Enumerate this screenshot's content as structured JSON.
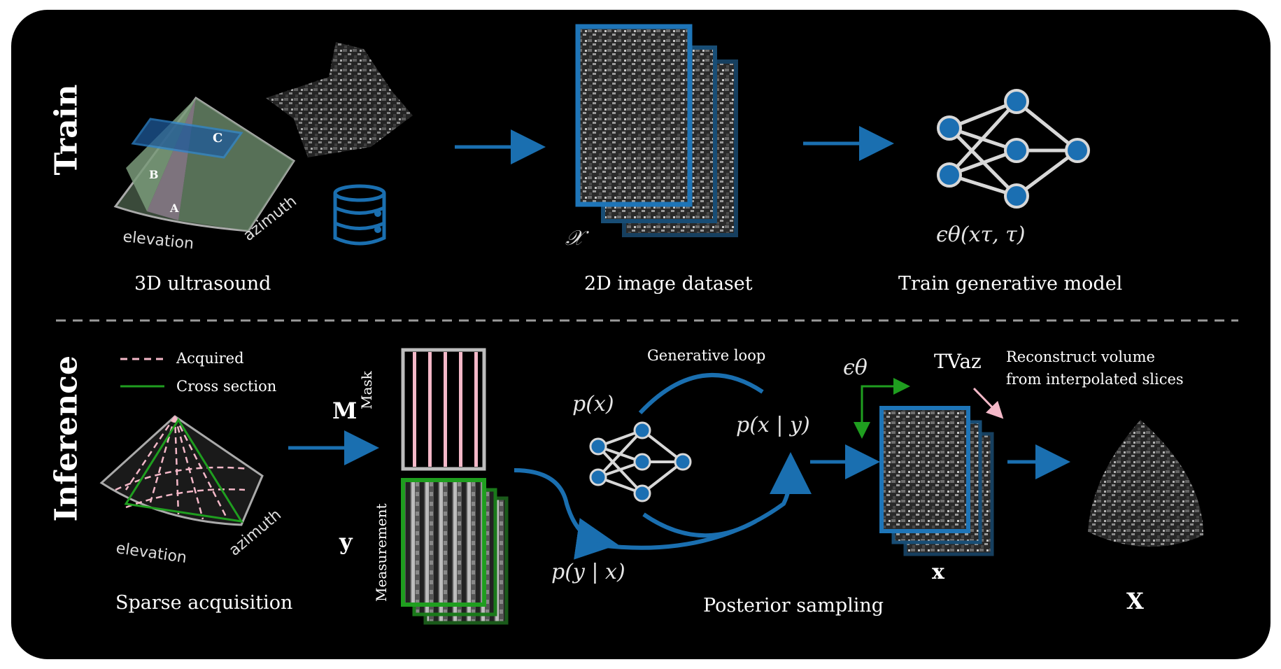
{
  "sections": {
    "train_title": "Train",
    "inference_title": "Inference"
  },
  "train": {
    "pyramid_labels": {
      "plane_a": "A",
      "plane_b": "B",
      "plane_c": "C"
    },
    "axis_elevation": "elevation",
    "axis_azimuth": "azimuth",
    "caption_3d": "3D ultrasound",
    "dataset_symbol": "𝒳",
    "caption_2d": "2D image dataset",
    "model_formula": "ϵθ(xτ, τ)",
    "caption_train": "Train generative model"
  },
  "inference": {
    "legend": {
      "acquired": "Acquired",
      "cross_section": "Cross section"
    },
    "axis_elevation": "elevation",
    "axis_azimuth": "azimuth",
    "caption_sparse": "Sparse acquisition",
    "mask_symbol": "M",
    "mask_label": "Mask",
    "meas_symbol": "y",
    "meas_label": "Measurement",
    "prior": "p(x)",
    "likelihood": "p(y | x)",
    "posterior": "p(x | y)",
    "generative_loop": "Generative loop",
    "eps_label": "ϵθ",
    "tv_label": "TVaz",
    "reconstruct_line1": "Reconstruct volume",
    "reconstruct_line2": "from interpolated slices",
    "x_symbol": "x",
    "caption_posterior": "Posterior sampling",
    "volume_symbol": "X"
  },
  "colors": {
    "accent_blue": "#1a6fb0",
    "frame_blue": "#1e75b8",
    "node_blue": "#1b6fb2",
    "acquired_pink": "#f4b8c8",
    "cross_green": "#1f9e1f",
    "mask_gray": "#bdbdbd"
  },
  "icons": [
    "database-icon",
    "neural-network-icon",
    "arrow-right-icon"
  ]
}
